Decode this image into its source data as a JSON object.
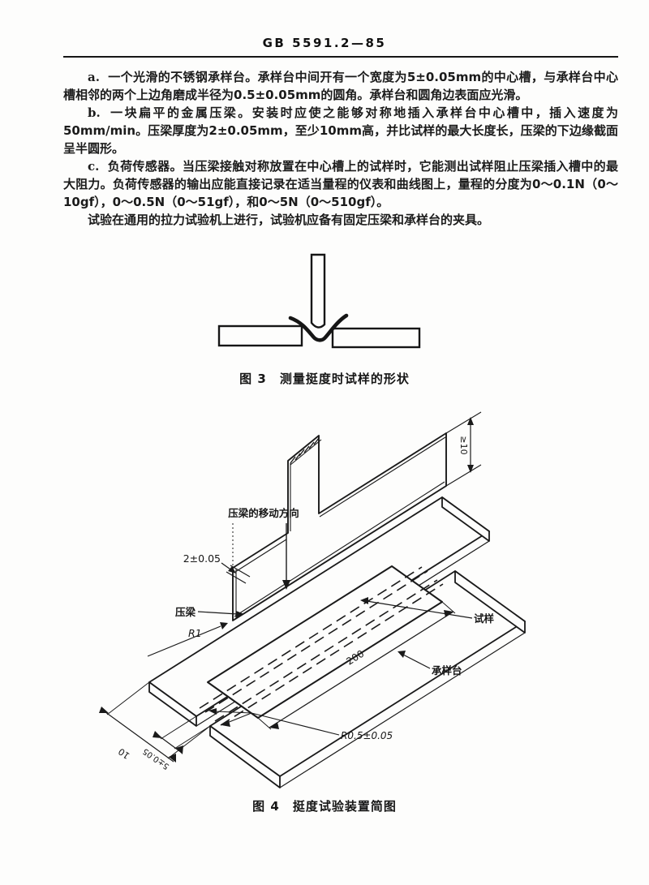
{
  "header": {
    "doc_number": "GB 5591.2—85"
  },
  "paragraphs": [
    {
      "label": "a.",
      "text": "一个光滑的不锈钢承样台。承样台中间开有一个宽度为5±0.05mm的中心槽，与承样台中心槽相邻的两个上边角磨成半径为0.5±0.05mm的圆角。承样台和圆角边表面应光滑。"
    },
    {
      "label": "b.",
      "text": "一块扁平的金属压梁。安装时应使之能够对称地插入承样台中心槽中，插入速度为50mm/min。压梁厚度为2±0.05mm，至少10mm高，并比试样的最大长度长，压梁的下边缘截面呈半圆形。"
    },
    {
      "label": "c.",
      "text": "负荷传感器。当压梁接触对称放置在中心槽上的试样时，它能测出试样阻止压梁插入槽中的最大阻力。负荷传感器的输出应能直接记录在适当量程的仪表和曲线图上，量程的分度为0～0.1N（0～10gf），0～0.5N（0～51gf），和0～5N（0～510gf）。"
    },
    {
      "label": "",
      "text": "试验在通用的拉力试验机上进行，试验机应备有固定压梁和承样台的夹具。"
    }
  ],
  "figure3": {
    "caption": "图 3　测量挺度时试样的形状"
  },
  "figure4": {
    "caption": "图 4　挺度试验装置简图",
    "labels": {
      "direction": "压梁的移动方向",
      "beam": "压梁",
      "specimen": "试样",
      "platform": "承样台"
    },
    "dimensions": {
      "thickness": "2±0.05",
      "r1": "R1",
      "r05": "R0.5±0.05",
      "length": "200",
      "slot_width": "5±0.05",
      "ten": "10",
      "min_height": "≥10"
    }
  }
}
